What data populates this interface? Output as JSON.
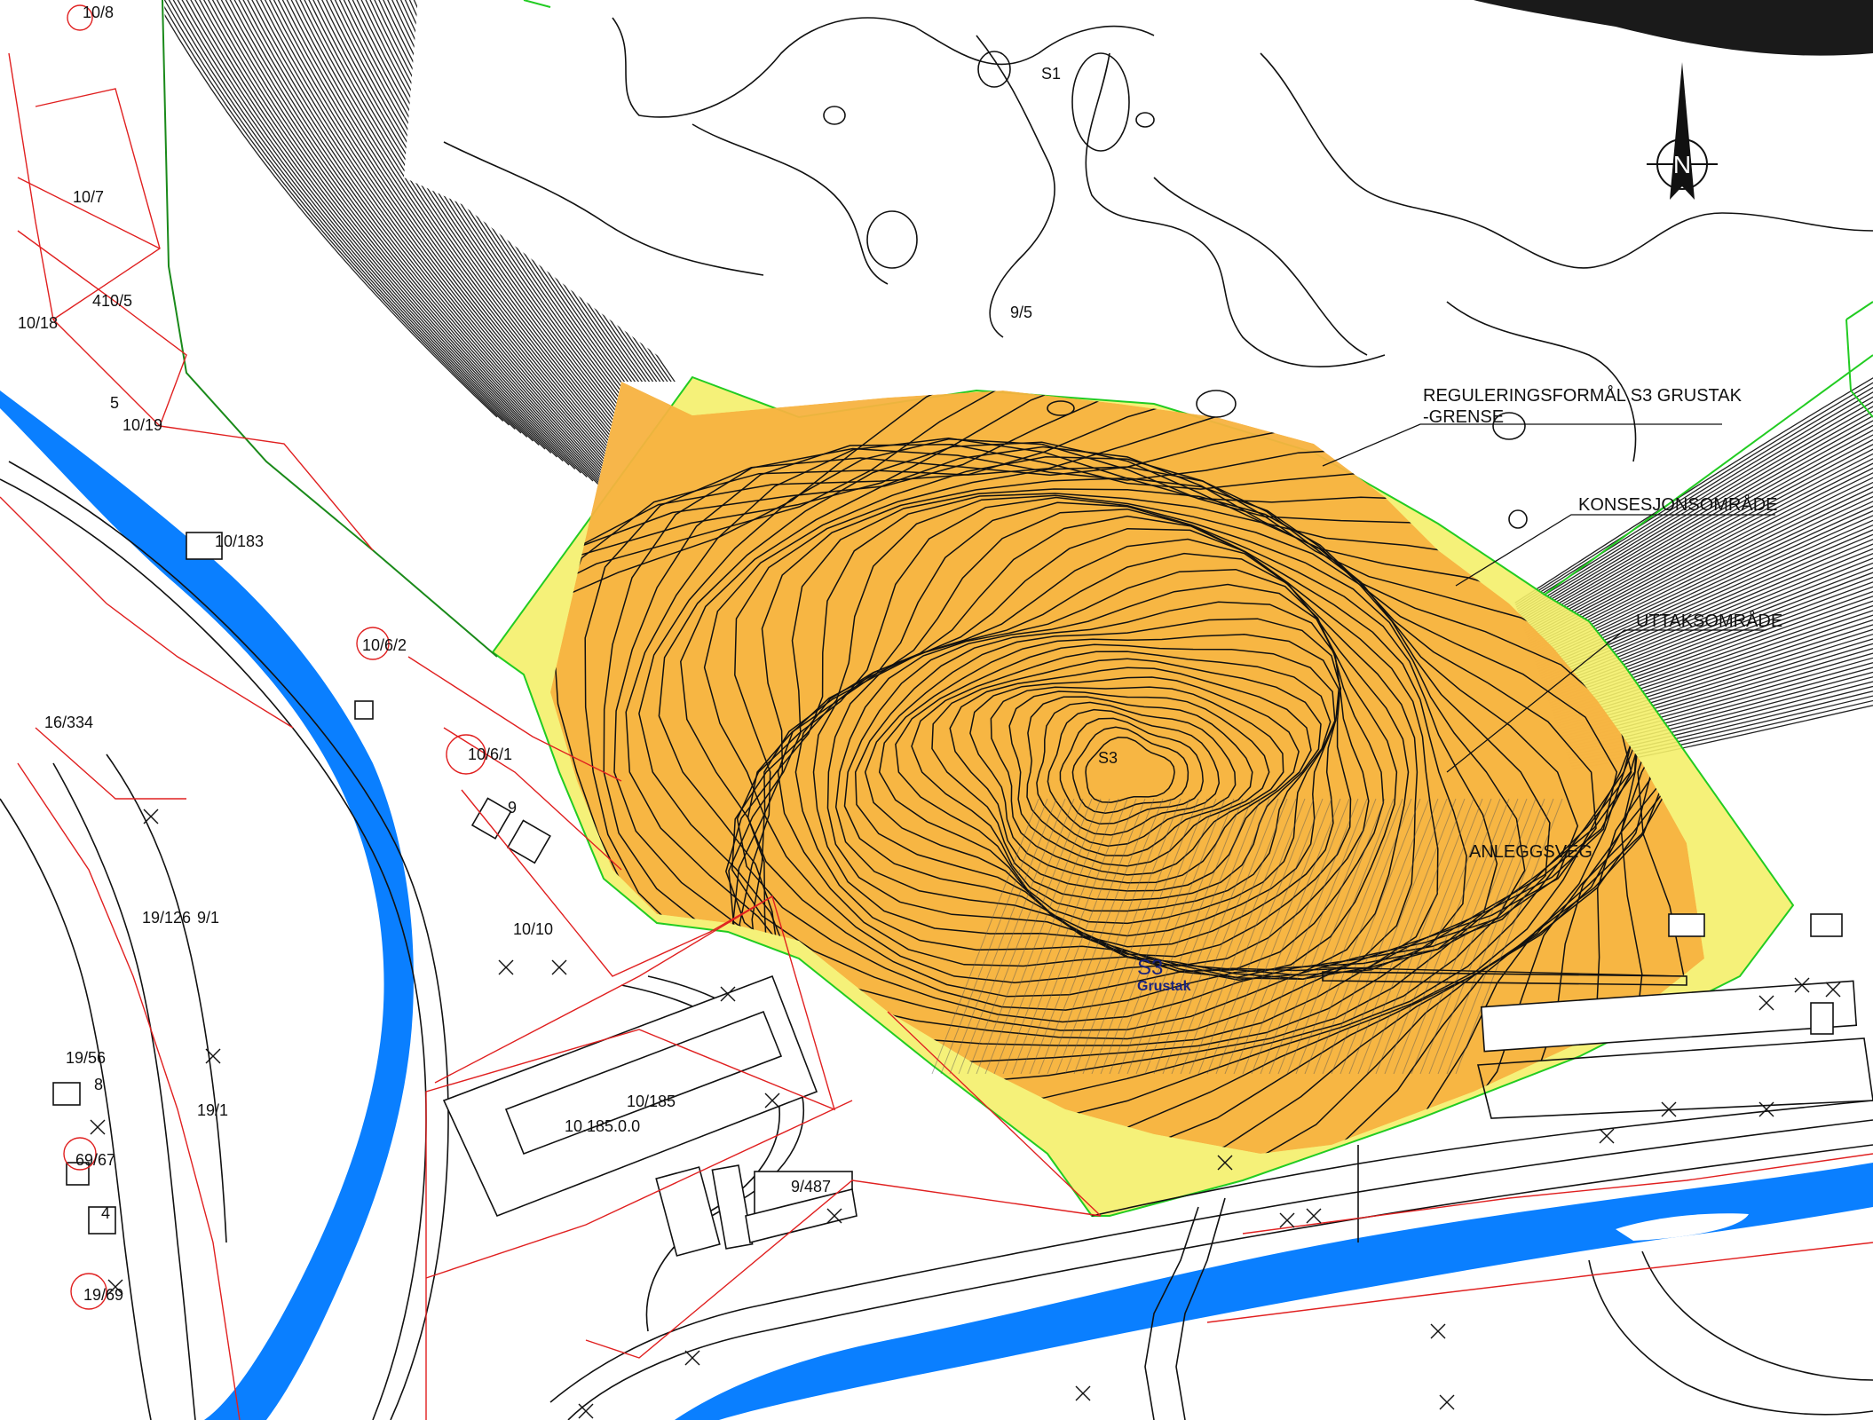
{
  "colors": {
    "water": "#0a7fff",
    "extraction_area": "#f7b240",
    "concession_area": "#f4f06a",
    "contour": "#111111",
    "property_line": "#e02020",
    "regulation_boundary": "#22cc22"
  },
  "icons": {
    "north_arrow": "north-arrow-icon"
  },
  "north_label": "N",
  "annotations": {
    "regulation": [
      "REGULERINGSFORMÅL S3 GRUSTAK",
      "-GRENSE"
    ],
    "concession": "KONSESJONSOMRÅDE",
    "extraction": "UTTAKSOMRÅDE",
    "access_road": "ANLEGGSVEG"
  },
  "site": {
    "code": "S3",
    "name": "Grustak"
  },
  "zones": {
    "s1": "S1",
    "s3": "S3"
  },
  "parcels": [
    "10/8",
    "10/7",
    "410/5",
    "10/18",
    "5",
    "10/19",
    "10/183",
    "10/6/2",
    "16/334",
    "10/6/1",
    "9",
    "10/10",
    "19/126",
    "9/1",
    "19/56",
    "8",
    "19/1",
    "69/67",
    "4",
    "19/69",
    "10/185",
    "10.185.0.0",
    "9/487",
    "9/5"
  ]
}
